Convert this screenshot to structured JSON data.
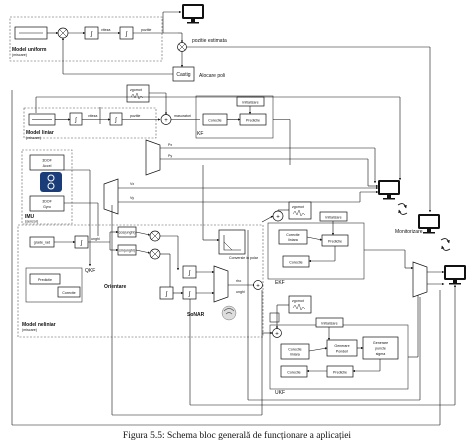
{
  "caption": "Figura 5.5: Schema bloc generală de funcționare a aplicației",
  "labels": {
    "model_uniform": "Model uniform",
    "model_uniform_sub": "(miscare)",
    "viteza_top": "viteza",
    "pozitie_top": "pozitie",
    "pozitie_estimata": "pozitie estimata",
    "castig": "Castig",
    "alocare_poli": "Alocare poli",
    "model_liniar": "Model liniar",
    "model_liniar_sub": "(miscare)",
    "viteza_mid": "viteza",
    "pozitie_mid": "pozitie",
    "masuratori": "masuratori",
    "zgomot": "zgomot",
    "initializare": "Initializare",
    "corectie": "Corectie",
    "predictie": "Predictie",
    "kf": "KF",
    "px": "Px",
    "py": "Py",
    "vx": "Vx",
    "vy": "Vy",
    "accel": "3DOF\nAccel",
    "gyro": "3DOF\nGyro",
    "imu": "IMU",
    "imu_sub": "(senzor)",
    "grade_rad": "grade_rad",
    "unghi": "unghi",
    "cos": "cos(unghi)",
    "sin": "sin(unghi)",
    "qkf": "QKF",
    "orientare": "Orientare",
    "model_neliniar": "Model neliniar",
    "model_neliniar_sub": "(miscare)",
    "conversie": "Conversie in polar",
    "rho": "rho",
    "theta": "unghi",
    "sonar": "SoNAR",
    "ekf": "EKF",
    "corectie_liniara": "Corectie\nliniara",
    "generare_ponderi": "Generare\nPonderi",
    "generare_sigma": "Generare\npuncte\nsigma",
    "ukf": "UKF",
    "monitorizare": "Monitorizare"
  }
}
